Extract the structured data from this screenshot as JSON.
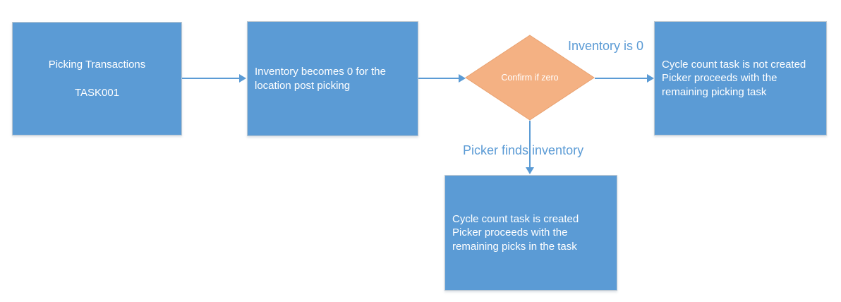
{
  "diagram": {
    "nodes": {
      "picking": {
        "lines": [
          "Picking Transactions",
          "TASK001"
        ]
      },
      "inventory_zero": {
        "lines": [
          "Inventory becomes 0 for the",
          "location post picking"
        ]
      },
      "decision": {
        "text": "Confirm if zero"
      },
      "task_not_created": {
        "lines": [
          "Cycle count task is not created",
          "Picker proceeds with the",
          "remaining picking task"
        ]
      },
      "task_created": {
        "lines": [
          "Cycle count task is created",
          "Picker proceeds with the",
          "remaining picks in the task"
        ]
      }
    },
    "edge_labels": {
      "inventory_is_zero": "Inventory is 0",
      "picker_finds_inventory": "Picker finds inventory"
    },
    "colors": {
      "process_fill": "#5b9bd5",
      "decision_fill": "#f4b183",
      "decision_border": "#e9a271",
      "arrow": "#5b9bd5",
      "edge_label_text": "#5b9bd5",
      "node_text": "#ffffff",
      "background": "#ffffff"
    }
  }
}
